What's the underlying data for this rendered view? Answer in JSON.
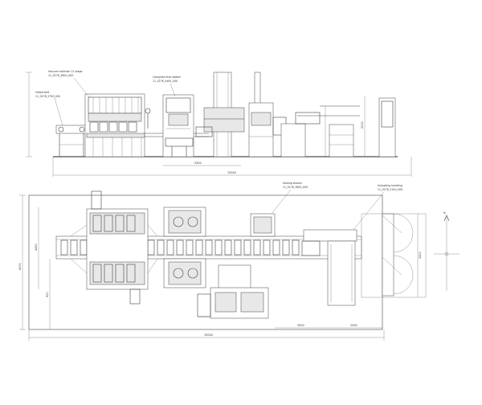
{
  "drawing": {
    "elevation_view": {
      "labels": {
        "vacuum_module": "Vacuum collector 12 stage",
        "vacuum_module_code": "11_0276_2800_000",
        "infeed": "Infeed belt",
        "infeed_code": "11_0276_2790_000",
        "final_station": "Complete final station",
        "final_station_code": "11_0276_5x00_000"
      },
      "dimensions": {
        "overall_length": "15540",
        "section_length": "5300",
        "height": "2000"
      }
    },
    "plan_view": {
      "labels": {
        "sealing_station": "Sealing station",
        "sealing_station_code": "11_0276_3600_000",
        "unloading": "Unloading handling",
        "unloading_code": "11_0276_2100_000"
      },
      "dimensions": {
        "overall_length": "19000",
        "overall_width": "6000",
        "inner_width": "4450",
        "segment_a": "3500",
        "segment_b": "2500",
        "right_height": "2400",
        "left_offset": "900"
      }
    },
    "orientation": {
      "north": "N"
    }
  }
}
